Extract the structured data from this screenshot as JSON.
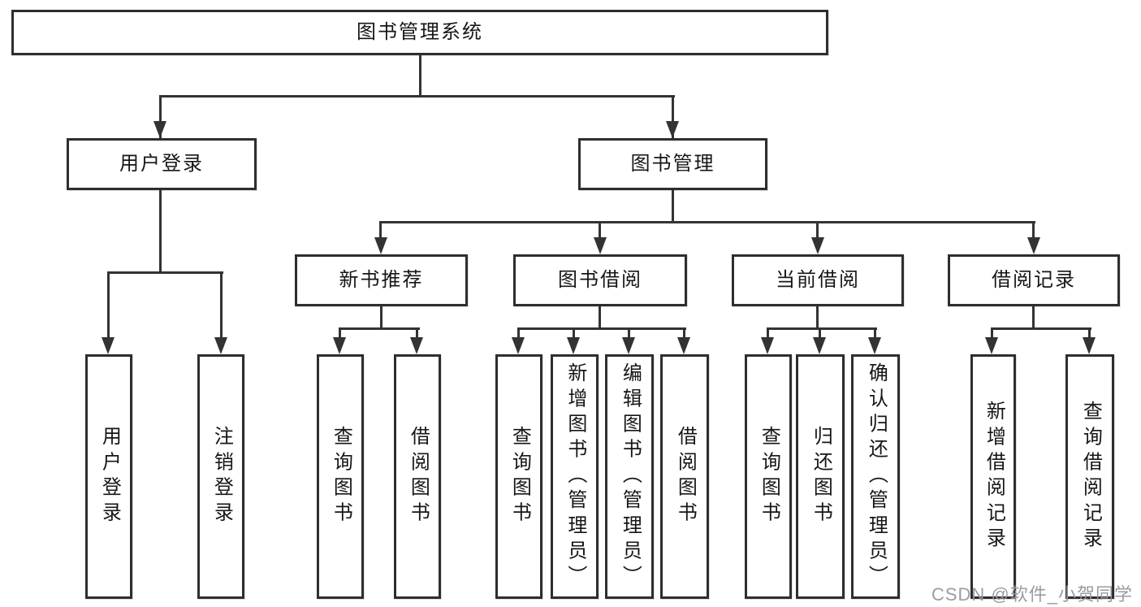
{
  "diagram_type": "tree-structure",
  "tree": {
    "label": "图书管理系统",
    "children": [
      {
        "label": "用户登录",
        "children": [
          {
            "label": "用户登录"
          },
          {
            "label": "注销登录"
          }
        ]
      },
      {
        "label": "图书管理",
        "children": [
          {
            "label": "新书推荐",
            "children": [
              {
                "label": "查询图书"
              },
              {
                "label": "借阅图书"
              }
            ]
          },
          {
            "label": "图书借阅",
            "children": [
              {
                "label": "查询图书"
              },
              {
                "label": "新增图书（管理员）"
              },
              {
                "label": "编辑图书（管理员）"
              },
              {
                "label": "借阅图书"
              }
            ]
          },
          {
            "label": "当前借阅",
            "children": [
              {
                "label": "查询图书"
              },
              {
                "label": "归还图书"
              },
              {
                "label": "确认归还（管理员）"
              }
            ]
          },
          {
            "label": "借阅记录",
            "children": [
              {
                "label": "新增借阅记录"
              },
              {
                "label": "查询借阅记录"
              }
            ]
          }
        ]
      }
    ]
  },
  "watermark": {
    "text": "CSDN @软件_小贺同学"
  },
  "colors": {
    "background": "#ffffff",
    "box_border": "#2e2e2e",
    "connector_line": "#333333",
    "text": "#161616",
    "watermark_text": "#96969e"
  }
}
